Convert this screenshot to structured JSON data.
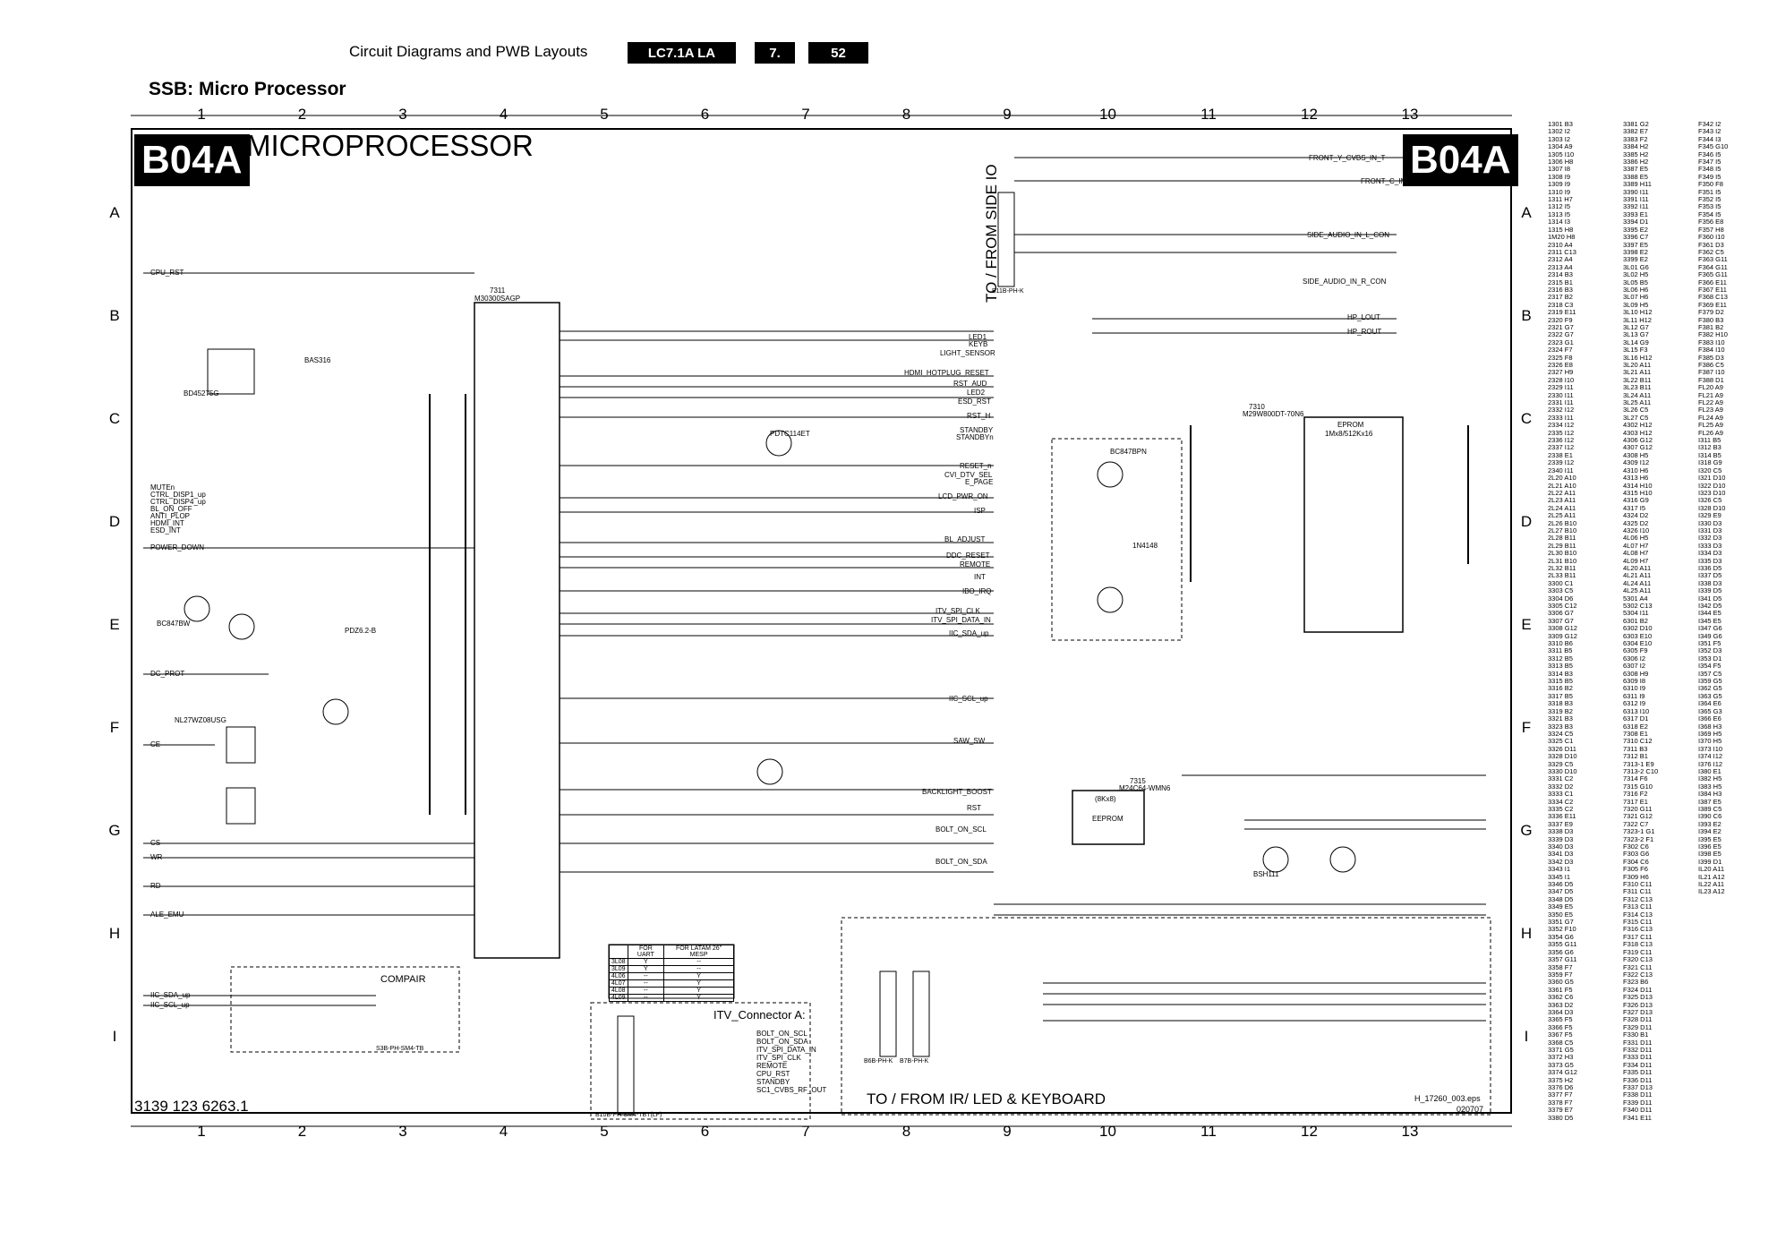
{
  "header": {
    "title": "Circuit Diagrams and PWB Layouts",
    "model": "LC7.1A LA",
    "chapter": "7.",
    "page": "52"
  },
  "section_title": "SSB: Micro Processor",
  "sheet": {
    "code": "B04A",
    "title": "MICROPROCESSOR",
    "doc_number": "3139 123 6263.1",
    "file_ref": "H_17260_003.eps",
    "date_ref": "020707"
  },
  "grid": {
    "columns": [
      "1",
      "2",
      "3",
      "4",
      "5",
      "6",
      "7",
      "8",
      "9",
      "10",
      "11",
      "12",
      "13"
    ],
    "rows": [
      "A",
      "B",
      "C",
      "D",
      "E",
      "F",
      "G",
      "H",
      "I"
    ]
  },
  "blocks": {
    "side_io": "TO / FROM SIDE IO",
    "ir_led_keyboard": "TO / FROM IR/ LED & KEYBOARD",
    "itv_connector": "ITV_Connector A:",
    "compair": "COMPAIR",
    "micro": "M30300SAGP",
    "micro_ref": "7311",
    "eprom_ref": "7310",
    "eprom_part": "M29W800DT-70N6",
    "eprom_label": "EPROM",
    "eprom_size": "1Mx8/512Kx16",
    "eeprom_ref": "7315",
    "eeprom_part": "M24C64-WMN6",
    "eeprom_label": "EEPROM",
    "eeprom_size": "(8Kx8)"
  },
  "signals_left": [
    "CPU_RST",
    "POWER_DOWN",
    "DC_PROT",
    "CE",
    "CS",
    "WR",
    "RD",
    "ALE_EMU",
    "IIC_SDA_up",
    "IIC_SCL_up"
  ],
  "signals_right": [
    "FRONT_Y_CVBS_IN_T",
    "FRONT_C_IN_T",
    "SIDE_AUDIO_IN_L_CON",
    "SIDE_AUDIO_IN_R_CON",
    "HP_LOUT",
    "HP_ROUT",
    "LED1",
    "KEYB",
    "LIGHT_SENSOR",
    "HDMI_HOTPLUG_RESET",
    "RST_AUD",
    "LED2",
    "ESD_RST",
    "RST_H",
    "STANDBY",
    "STANDBYn",
    "RESET_n",
    "CVI_DTV_SEL",
    "E_PAGE",
    "LCD_PWR_ON",
    "ISP",
    "BL_ADJUST",
    "DDC_RESET",
    "REMOTE",
    "INT",
    "IBO_IRQ",
    "ITV_SPI_CLK",
    "ITV_SPI_DATA_IN",
    "IIC_SDA_up",
    "IIC_SCL_up",
    "SAW_SW",
    "BACKLIGHT_BOOST",
    "RST",
    "BOLT_ON_SCL",
    "BOLT_ON_SDA"
  ],
  "signals_mid": [
    "MUTEn",
    "CTRL_DISP1_up",
    "CTRL_DISP4_up",
    "BL_ON_OFF",
    "ANTI_PLOP",
    "HDMI_INT",
    "ESD_INT",
    "PDZ6.2-B",
    "BC847BW",
    "BSH111",
    "BC847BPN",
    "PDTC114ET",
    "NL27WZ08USG",
    "BD45275G",
    "BAS316",
    "1N4148"
  ],
  "uart_table": {
    "headers": [
      "",
      "FOR UART",
      "FOR LATAM 26\" MESP"
    ],
    "rows": [
      [
        "3L08",
        "Y",
        "--"
      ],
      [
        "3L09",
        "Y",
        "--"
      ],
      [
        "4L06",
        "--",
        "Y"
      ],
      [
        "4L07",
        "--",
        "Y"
      ],
      [
        "4L08",
        "--",
        "Y"
      ],
      [
        "4L09",
        "--",
        "Y"
      ]
    ]
  },
  "itv_signals": [
    "BOLT_ON_SCL",
    "BOLT_ON_SDA",
    "ITV_SPI_DATA_IN",
    "ITV_SPI_CLK",
    "REMOTE",
    "CPU_RST",
    "STANDBY",
    "SC1_CVBS_RF_OUT"
  ],
  "connectors": [
    "B11B-PH-K",
    "B6B-PH-K",
    "B7B-PH-K",
    "S3B-PH-SM4-TB",
    "B10B-PH-SM4-TBT(LF)"
  ],
  "legend_col1": "1301 B3\n1302 I2\n1303 I2\n1304 A9\n1305 I10\n1306 H8\n1307 I8\n1308 I9\n1309 I9\n1310 I9\n1311 H7\n1312 I5\n1313 I5\n1314 I3\n1315 H8\n1M20 H8\n2310 A4\n2311 C13\n2312 A4\n2313 A4\n2314 B3\n2315 B1\n2316 B3\n2317 B2\n2318 C3\n2319 E11\n2320 F9\n2321 G7\n2322 G7\n2323 G1\n2324 F7\n2325 F8\n2326 E8\n2327 H9\n2328 I10\n2329 I11\n2330 I11\n2331 I11\n2332 I12\n2333 I11\n2334 I12\n2335 I12\n2336 I12\n2337 I12\n2338 E1\n2339 I12\n2340 I11\n2L20 A10\n2L21 A10\n2L22 A11\n2L23 A11\n2L24 A11\n2L25 A11\n2L26 B10\n2L27 B10\n2L28 B11\n2L29 B11\n2L30 B10\n2L31 B10\n2L32 B11\n2L33 B11\n3300 C1\n3303 C5\n3304 D6\n3305 C12\n3306 G7\n3307 G7\n3308 G12\n3309 G12\n3310 B6\n3311 B5\n3312 B5\n3313 B5\n3314 B3\n3315 B5\n3316 B2\n3317 B5\n3318 B3\n3319 B2\n3321 B3\n3323 B3\n3324 C5\n3325 C1\n3326 D11\n3328 D10\n3329 C5\n3330 D10\n3331 C2\n3332 D2\n3333 C1\n3334 C2\n3335 C2\n3336 E11\n3337 E9\n3338 D3\n3339 D3\n3340 D3\n3341 D3\n3342 D3\n3343 I1\n3345 I1\n3346 D5\n3347 D5\n3348 D5\n3349 E5\n3350 E5\n3351 G7\n3352 F10\n3354 G6\n3355 G11\n3356 G6\n3357 G11\n3358 F7\n3359 F7\n3360 G5\n3361 F5\n3362 C6\n3363 D2\n3364 D3\n3365 F5\n3366 F5\n3367 F5\n3368 C5\n3371 G5\n3372 H3\n3373 G5\n3374 G12\n3375 H2\n3376 D6\n3377 F7\n3378 F7\n3379 E7\n3380 D5",
  "legend_col2": "3381 G2\n3382 E7\n3383 F2\n3384 H2\n3385 H2\n3386 H2\n3387 E5\n3388 E5\n3389 H11\n3390 I11\n3391 I11\n3392 I11\n3393 E1\n3394 D1\n3395 E2\n3396 C7\n3397 E5\n3398 E2\n3399 E2\n3L01 G6\n3L02 H5\n3L05 B5\n3L06 H6\n3L07 H6\n3L09 H5\n3L10 H12\n3L11 H12\n3L12 G7\n3L13 G7\n3L14 G9\n3L15 F3\n3L16 H12\n3L20 A11\n3L21 A11\n3L22 B11\n3L23 B11\n3L24 A11\n3L25 A11\n3L26 C5\n3L27 C5\n4302 H12\n4303 H12\n4306 G12\n4307 G12\n4308 H5\n4309 I12\n4310 H6\n4313 H6\n4314 H10\n4315 H10\n4316 G9\n4317 I5\n4324 D2\n4325 D2\n4326 I10\n4L06 H5\n4L07 H7\n4L08 H7\n4L09 H7\n4L20 A11\n4L21 A11\n4L24 A11\n4L25 A11\n5301 A4\n5302 C13\n5304 I11\n6301 B2\n6302 D10\n6303 E10\n6304 E10\n6305 F9\n6306 I2\n6307 I2\n6308 H9\n6309 I8\n6310 I9\n6311 I9\n6312 I9\n6313 I10\n6317 D1\n6318 E2\n7308 E1\n7310 C12\n7311 B3\n7312 B1\n7313-1 E9\n7313-2 C10\n7314 F6\n7315 G10\n7316 F2\n7317 E1\n7320 G11\n7321 G12\n7322 C7\n7323-1 G1\n7323-2 F1\nF302 C6\nF303 G6\nF304 C6\nF305 F6\nF309 H6\nF310 C11\nF311 C11\nF312 C13\nF313 C11\nF314 C13\nF315 C11\nF316 C13\nF317 C11\nF318 C13\nF319 C11\nF320 C13\nF321 C11\nF322 C13\nF323 B6\nF324 D11\nF325 D13\nF326 D13\nF327 D13\nF328 D11\nF329 D11\nF330 B1\nF331 D11\nF332 D11\nF333 D11\nF334 D11\nF335 D11\nF336 D11\nF337 D13\nF338 D11\nF339 D11\nF340 D11\nF341 E11",
  "legend_col3": "F342 I2\nF343 I2\nF344 I3\nF345 G10\nF346 I5\nF347 I5\nF348 I5\nF349 I5\nF350 F8\nF351 I5\nF352 I5\nF353 I5\nF354 I5\nF356 E8\nF357 H8\nF360 I10\nF361 D3\nF362 C5\nF363 G11\nF364 G11\nF365 G11\nF366 E11\nF367 E11\nF368 C13\nF369 E11\nF379 D2\nF380 B3\nF381 B2\nF382 H10\nF383 I10\nF384 I10\nF385 D3\nF386 C5\nF387 I10\nF388 D1\nFL20 A9\nFL21 A9\nFL22 A9\nFL23 A9\nFL24 A9\nFL25 A9\nFL26 A9\nI311 B5\nI312 B3\nI314 B5\nI318 G9\nI320 C5\nI321 D10\nI322 D10\nI323 D10\nI326 C5\nI328 D10\nI329 E9\nI330 D3\nI331 D3\nI332 D3\nI333 D3\nI334 D3\nI335 D3\nI336 D5\nI337 D5\nI338 D3\nI339 D5\nI341 D5\nI342 D5\nI344 E5\nI345 E5\nI347 G6\nI349 G6\nI351 F5\nI352 D3\nI353 D1\nI354 F5\nI357 C5\nI359 G5\nI362 G5\nI363 G5\nI364 E6\nI365 G3\nI366 E6\nI368 H3\nI369 H5\nI370 H5\nI373 I10\nI374 I12\nI376 I12\nI380 E1\nI382 H5\nI383 H5\nI384 H3\nI387 E5\nI389 C5\nI390 C6\nI393 E2\nI394 E2\nI395 E5\nI396 E5\nI398 E5\nI399 D1\nIL20 A11\nIL21 A12\nIL22 A11\nIL23 A12"
}
